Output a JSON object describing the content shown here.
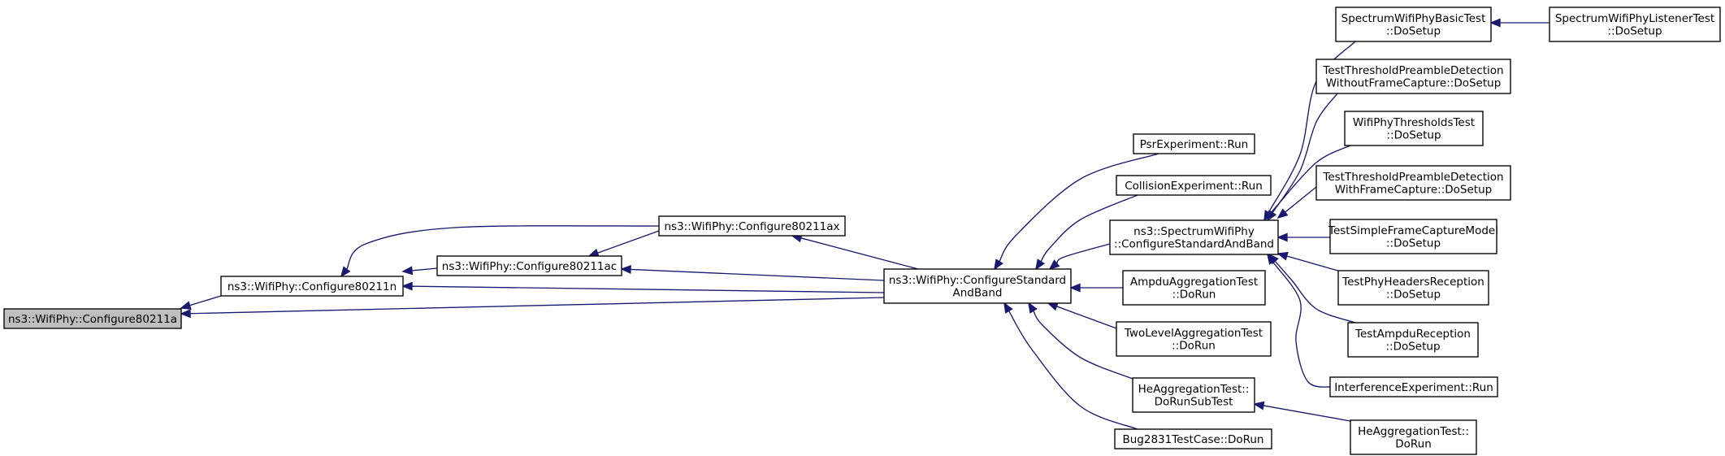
{
  "graph": {
    "edge_color": "#191970",
    "highlight_fill": "#bfbfbf",
    "nodes": [
      {
        "id": "n0",
        "label": "ns3::WifiPhy::Configure80211a"
      },
      {
        "id": "n1",
        "label": "ns3::WifiPhy::Configure80211n"
      },
      {
        "id": "n2",
        "label": "ns3::WifiPhy::Configure80211ac"
      },
      {
        "id": "n3",
        "label": "ns3::WifiPhy::Configure80211ax"
      },
      {
        "id": "n4",
        "label": "ns3::WifiPhy::ConfigureStandard\nAndBand"
      },
      {
        "id": "n5",
        "label": "PsrExperiment::Run"
      },
      {
        "id": "n6",
        "label": "CollisionExperiment::Run"
      },
      {
        "id": "n7",
        "label": "ns3::SpectrumWifiPhy\n::ConfigureStandardAndBand"
      },
      {
        "id": "n8",
        "label": "AmpduAggregationTest\n::DoRun"
      },
      {
        "id": "n9",
        "label": "TwoLevelAggregationTest\n::DoRun"
      },
      {
        "id": "n10",
        "label": "HeAggregationTest::\nDoRunSubTest"
      },
      {
        "id": "n11",
        "label": "Bug2831TestCase::DoRun"
      },
      {
        "id": "n12",
        "label": "SpectrumWifiPhyBasicTest\n::DoSetup"
      },
      {
        "id": "n13",
        "label": "SpectrumWifiPhyListenerTest\n::DoSetup"
      },
      {
        "id": "n14",
        "label": "TestThresholdPreambleDetection\nWithoutFrameCapture::DoSetup"
      },
      {
        "id": "n15",
        "label": "WifiPhyThresholdsTest\n::DoSetup"
      },
      {
        "id": "n16",
        "label": "TestThresholdPreambleDetection\nWithFrameCapture::DoSetup"
      },
      {
        "id": "n17",
        "label": "TestSimpleFrameCaptureModel\n::DoSetup"
      },
      {
        "id": "n18",
        "label": "TestPhyHeadersReception\n::DoSetup"
      },
      {
        "id": "n19",
        "label": "TestAmpduReception\n::DoSetup"
      },
      {
        "id": "n20",
        "label": "InterferenceExperiment::Run"
      },
      {
        "id": "n21",
        "label": "HeAggregationTest::\nDoRun"
      }
    ],
    "edges": [
      {
        "from": "n1",
        "to": "n0"
      },
      {
        "from": "n4",
        "to": "n0"
      },
      {
        "from": "n2",
        "to": "n1"
      },
      {
        "from": "n3",
        "to": "n1"
      },
      {
        "from": "n4",
        "to": "n1"
      },
      {
        "from": "n3",
        "to": "n2"
      },
      {
        "from": "n4",
        "to": "n2"
      },
      {
        "from": "n4",
        "to": "n3"
      },
      {
        "from": "n5",
        "to": "n4"
      },
      {
        "from": "n6",
        "to": "n4"
      },
      {
        "from": "n7",
        "to": "n4"
      },
      {
        "from": "n8",
        "to": "n4"
      },
      {
        "from": "n9",
        "to": "n4"
      },
      {
        "from": "n10",
        "to": "n4"
      },
      {
        "from": "n11",
        "to": "n4"
      },
      {
        "from": "n12",
        "to": "n7"
      },
      {
        "from": "n14",
        "to": "n7"
      },
      {
        "from": "n15",
        "to": "n7"
      },
      {
        "from": "n16",
        "to": "n7"
      },
      {
        "from": "n17",
        "to": "n7"
      },
      {
        "from": "n18",
        "to": "n7"
      },
      {
        "from": "n19",
        "to": "n7"
      },
      {
        "from": "n20",
        "to": "n7"
      },
      {
        "from": "n13",
        "to": "n12"
      },
      {
        "from": "n21",
        "to": "n10"
      }
    ]
  }
}
